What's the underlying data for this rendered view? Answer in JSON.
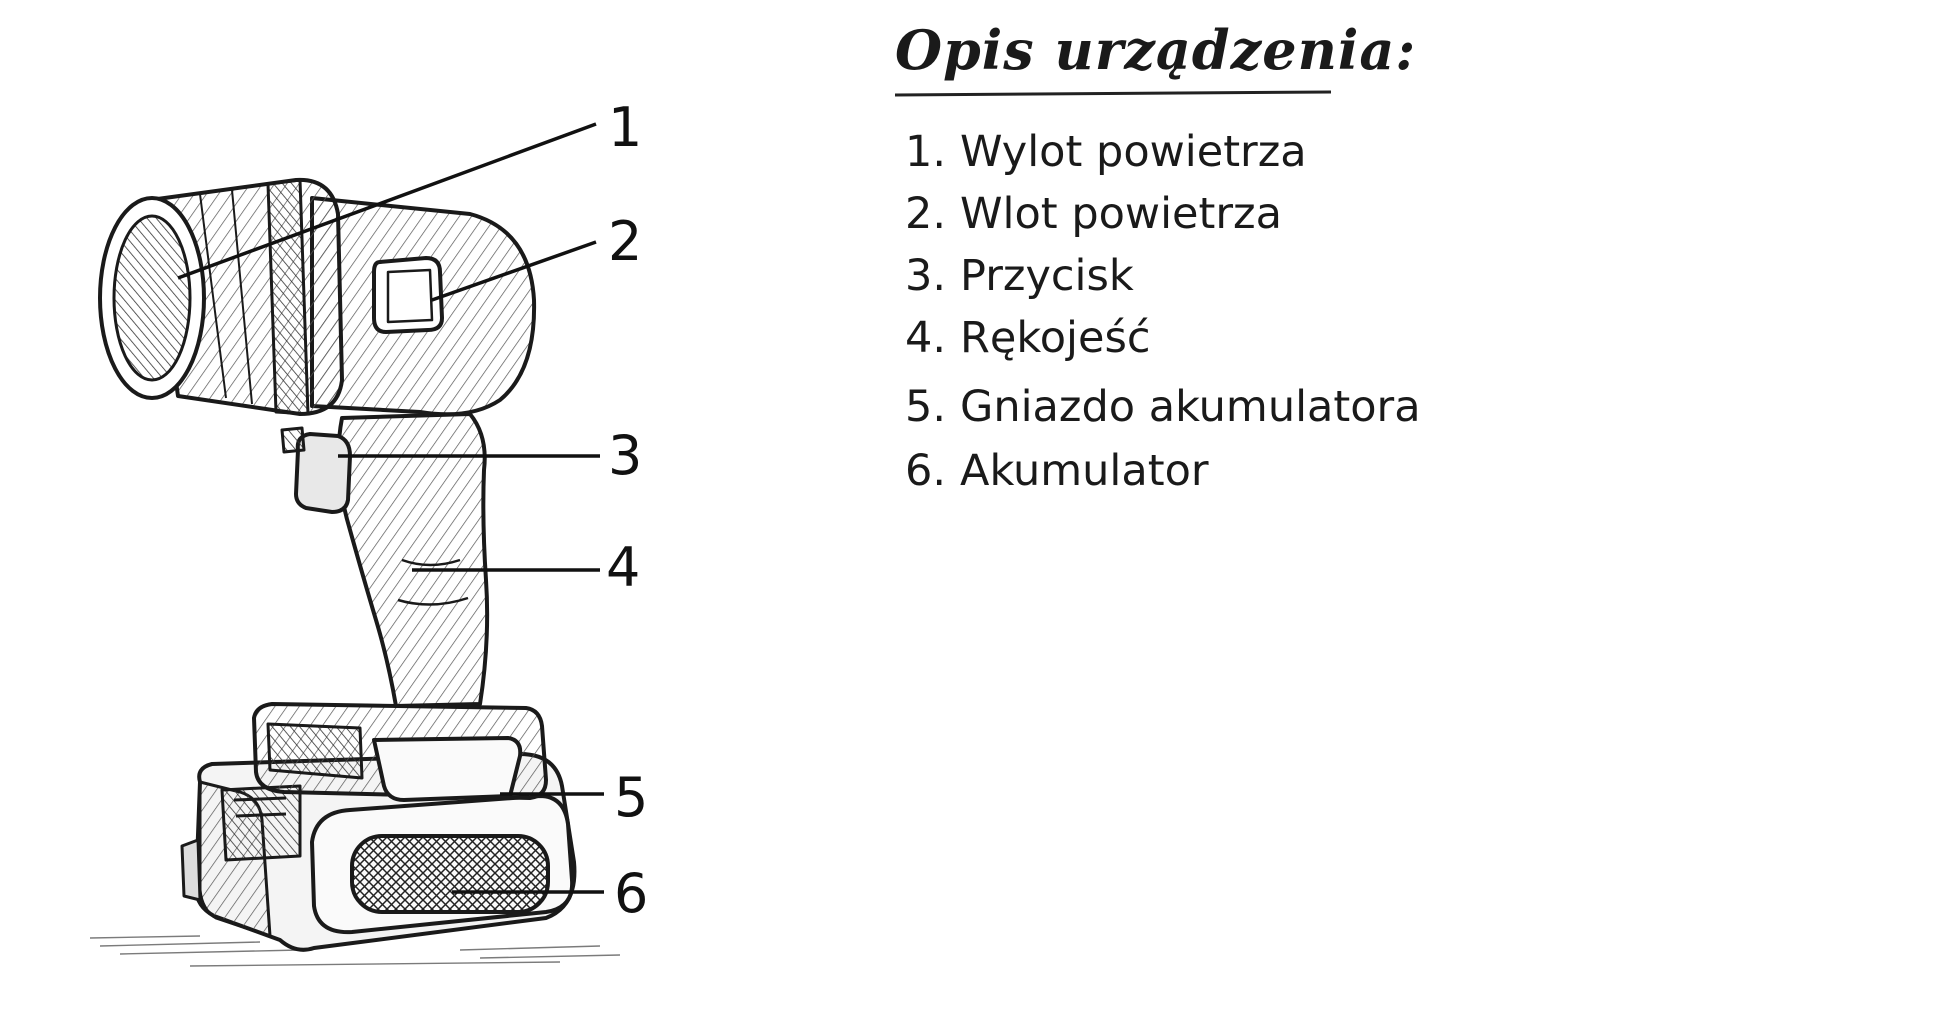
{
  "legend": {
    "title": "Opis urządzenia:",
    "items": [
      {
        "number": "1.",
        "label": "Wylot powietrza"
      },
      {
        "number": "2.",
        "label": "Wlot powietrza"
      },
      {
        "number": "3.",
        "label": "Przycisk"
      },
      {
        "number": "4.",
        "label": "Rękojeść"
      },
      {
        "number": "5.",
        "label": "Gniazdo akumulatora"
      },
      {
        "number": "6.",
        "label": "Akumulator"
      }
    ]
  },
  "callouts": [
    "1",
    "2",
    "3",
    "4",
    "5",
    "6"
  ]
}
